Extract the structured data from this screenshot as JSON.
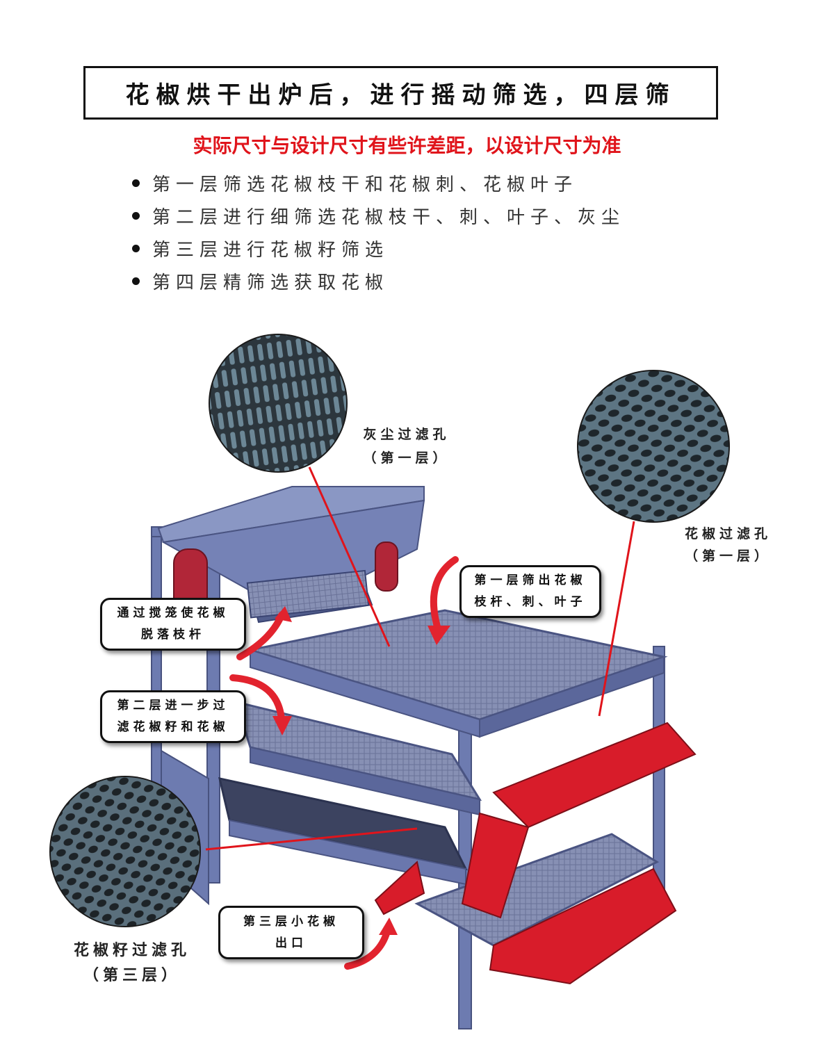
{
  "header": {
    "title": "花椒烘干出炉后，进行摇动筛选，四层筛",
    "notice": "实际尺寸与设计尺寸有些许差距，以设计尺寸为准"
  },
  "layers": [
    "第一层筛选花椒枝干和花椒刺、花椒叶子",
    "第二层进行细筛选花椒枝干、刺、叶子、灰尘",
    "第三层进行花椒籽筛选",
    "第四层精筛选获取花椒"
  ],
  "diagram": {
    "dust_hole": {
      "line1": "灰尘过滤孔",
      "line2": "（第一层）"
    },
    "pepper_hole": {
      "line1": "花椒过滤孔",
      "line2": "（第一层）"
    },
    "seed_hole": {
      "line1": "花椒籽过滤孔",
      "line2": "（第三层）"
    },
    "callout_cage": {
      "line1": "通过搅笼使花椒",
      "line2": "脱落枝杆"
    },
    "callout_layer1": {
      "line1": "第一层筛出花椒",
      "line2": "枝杆、刺、叶子"
    },
    "callout_layer2": {
      "line1": "第二层进一步过",
      "line2": "滤花椒籽和花椒"
    },
    "callout_layer3": {
      "line1": "第三层小花椒",
      "line2": "出口"
    }
  },
  "colors": {
    "frame": "#6d7bb0",
    "accent_red": "#d81c2a",
    "notice_red": "#e0141b",
    "mesh_dark": "#2f3b44"
  }
}
